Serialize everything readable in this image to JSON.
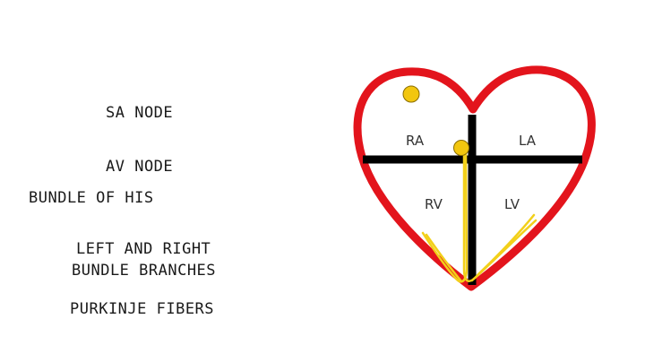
{
  "labels": {
    "sa_node": "SA NODE",
    "av_node": "AV NODE",
    "bundle_of_his": "BUNDLE OF HIS",
    "bundle_branches_line1": "LEFT AND RIGHT",
    "bundle_branches_line2": "BUNDLE BRANCHES",
    "purkinje_fibers": "PURKINJE FIBERS"
  },
  "chambers": {
    "ra": "RA",
    "la": "LA",
    "rv": "RV",
    "lv": "LV"
  },
  "colors": {
    "heart_outline": "#e3141c",
    "septum": "#000000",
    "node_fill": "#f2c60f",
    "node_stroke": "#8a6d00",
    "conduction_path": "#f2d01a"
  }
}
